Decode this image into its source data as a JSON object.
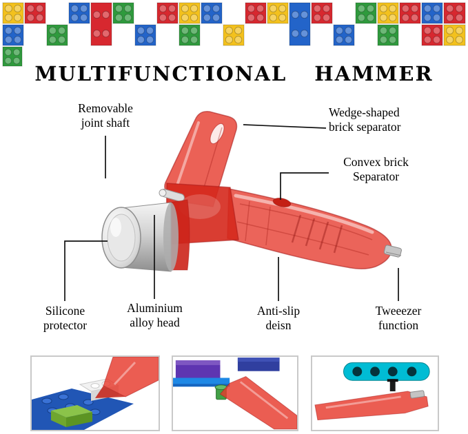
{
  "title": "MULTIFUNCTIONAL HAMMER",
  "callouts": [
    {
      "id": "removable-joint-shaft",
      "text": "Removable\njoint shaft"
    },
    {
      "id": "wedge-brick-separator",
      "text": "Wedge-shaped\nbrick separator"
    },
    {
      "id": "convex-brick-separator",
      "text": "Convex brick\nSeparator"
    },
    {
      "id": "silicone-protector",
      "text": "Silicone\nprotector"
    },
    {
      "id": "aluminium-alloy-head",
      "text": "Aluminium\nalloy head"
    },
    {
      "id": "anti-slip-design",
      "text": "Anti-slip\ndeisn"
    },
    {
      "id": "tweezer-function",
      "text": "Tweeezer\nfunction"
    }
  ],
  "colors": {
    "hammer_red": "#e6392c",
    "hammer_red_dark": "#a31515",
    "head_silver": "#d2d2d2",
    "leader_line": "#111111",
    "text": "#000000"
  },
  "decor": {
    "brick_colors": {
      "R": "#d7282f",
      "Y": "#f3c11d",
      "B": "#2364c9",
      "G": "#2f9a3d"
    },
    "bricks": [
      [
        4,
        4,
        30,
        30,
        "Y"
      ],
      [
        36,
        4,
        30,
        30,
        "R"
      ],
      [
        100,
        4,
        30,
        30,
        "B"
      ],
      [
        132,
        4,
        30,
        62,
        "R"
      ],
      [
        164,
        4,
        30,
        30,
        "G"
      ],
      [
        228,
        4,
        30,
        30,
        "R"
      ],
      [
        260,
        4,
        30,
        30,
        "Y"
      ],
      [
        292,
        4,
        30,
        30,
        "B"
      ],
      [
        356,
        4,
        30,
        30,
        "R"
      ],
      [
        388,
        4,
        30,
        30,
        "Y"
      ],
      [
        420,
        4,
        30,
        62,
        "B"
      ],
      [
        452,
        4,
        30,
        30,
        "R"
      ],
      [
        516,
        4,
        30,
        30,
        "G"
      ],
      [
        548,
        4,
        30,
        30,
        "Y"
      ],
      [
        580,
        4,
        30,
        30,
        "R"
      ],
      [
        612,
        4,
        30,
        30,
        "B"
      ],
      [
        644,
        4,
        31,
        30,
        "R"
      ],
      [
        4,
        36,
        30,
        30,
        "B"
      ],
      [
        68,
        36,
        30,
        30,
        "G"
      ],
      [
        196,
        36,
        30,
        30,
        "B"
      ],
      [
        260,
        36,
        30,
        30,
        "G"
      ],
      [
        324,
        36,
        30,
        30,
        "Y"
      ],
      [
        484,
        36,
        30,
        30,
        "B"
      ],
      [
        548,
        36,
        30,
        30,
        "G"
      ],
      [
        612,
        36,
        30,
        30,
        "R"
      ],
      [
        644,
        36,
        31,
        30,
        "Y"
      ],
      [
        4,
        68,
        28,
        28,
        "G"
      ]
    ]
  }
}
